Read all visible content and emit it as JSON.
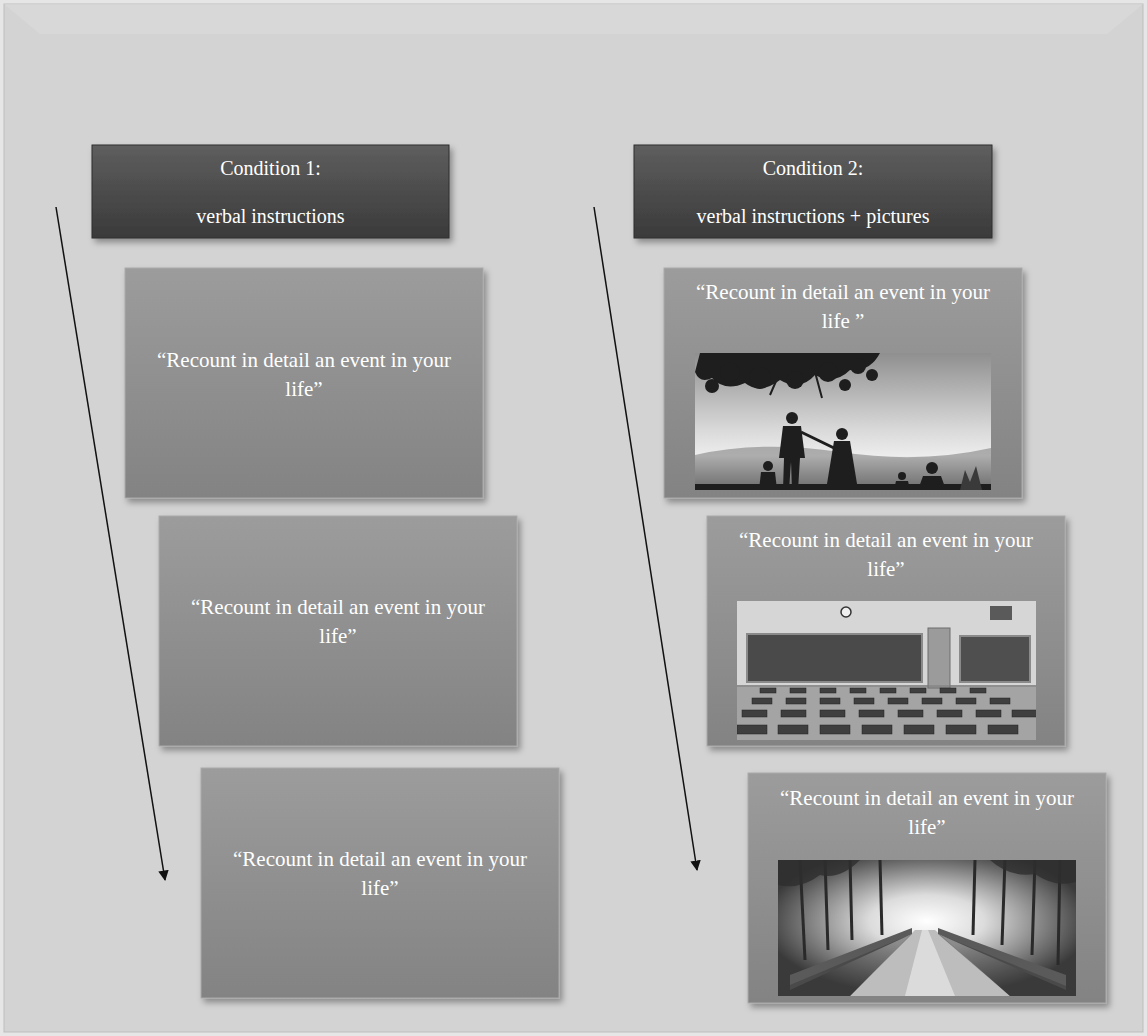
{
  "diagram": {
    "nodes": [
      {
        "text": [
          "Condition 1:",
          "verbal instructions"
        ]
      },
      {
        "text": [
          "Condition 2:",
          "verbal instructions + pictures"
        ]
      },
      {
        "text": [
          "“Recount in detail an event in your life”"
        ]
      },
      {
        "text": [
          "“Recount in detail an event in your life ”"
        ]
      },
      {
        "text": [
          "“Recount in detail an event in your life”"
        ]
      },
      {
        "text": [
          "“Recount in detail an event in your life”"
        ]
      },
      {
        "text": [
          "“Recount in detail an event in your life”"
        ]
      },
      {
        "text": [
          "“Recount in detail an event in your life”"
        ]
      }
    ]
  }
}
